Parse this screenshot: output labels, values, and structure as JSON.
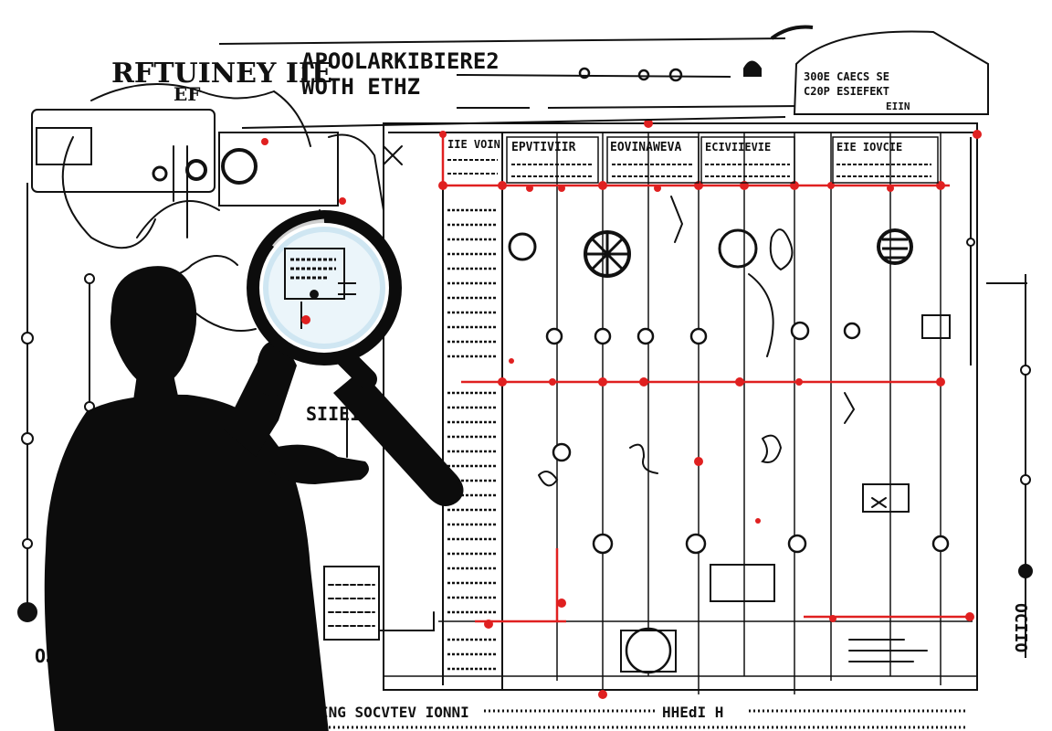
{
  "illustration": {
    "subject": "person-with-magnifying-glass",
    "palette": {
      "ink": "#111111",
      "accent": "#e02020",
      "paper": "#ffffff",
      "lens": "#cfe6f2"
    }
  },
  "scribbles": {
    "title_line_1": "APOOLARKIBIERE2",
    "title_line_2": "WOTH ETHZ",
    "corner_top_left": "RFTUINEY IIE",
    "corner_top_left_2": "EF",
    "note_top_right_1": "300E CAECS SE",
    "note_top_right_2": "C20P ESIEFEKT",
    "note_top_right_3": "EIIN",
    "left_mid": "SIIEI",
    "left_bottom": "OJ",
    "right_bottom": "OCIIO",
    "bottom_row": "ING SOCVTEV IONNI",
    "bottom_row_2": "HHEdI H",
    "grid_head_1": "IIE VOIN",
    "grid_head_2": "EPVTIVIIR",
    "grid_head_3": "EOVINAWEVA",
    "grid_head_4": "ECIVIIEVIE",
    "grid_head_5": "EIE IOVCIE"
  }
}
